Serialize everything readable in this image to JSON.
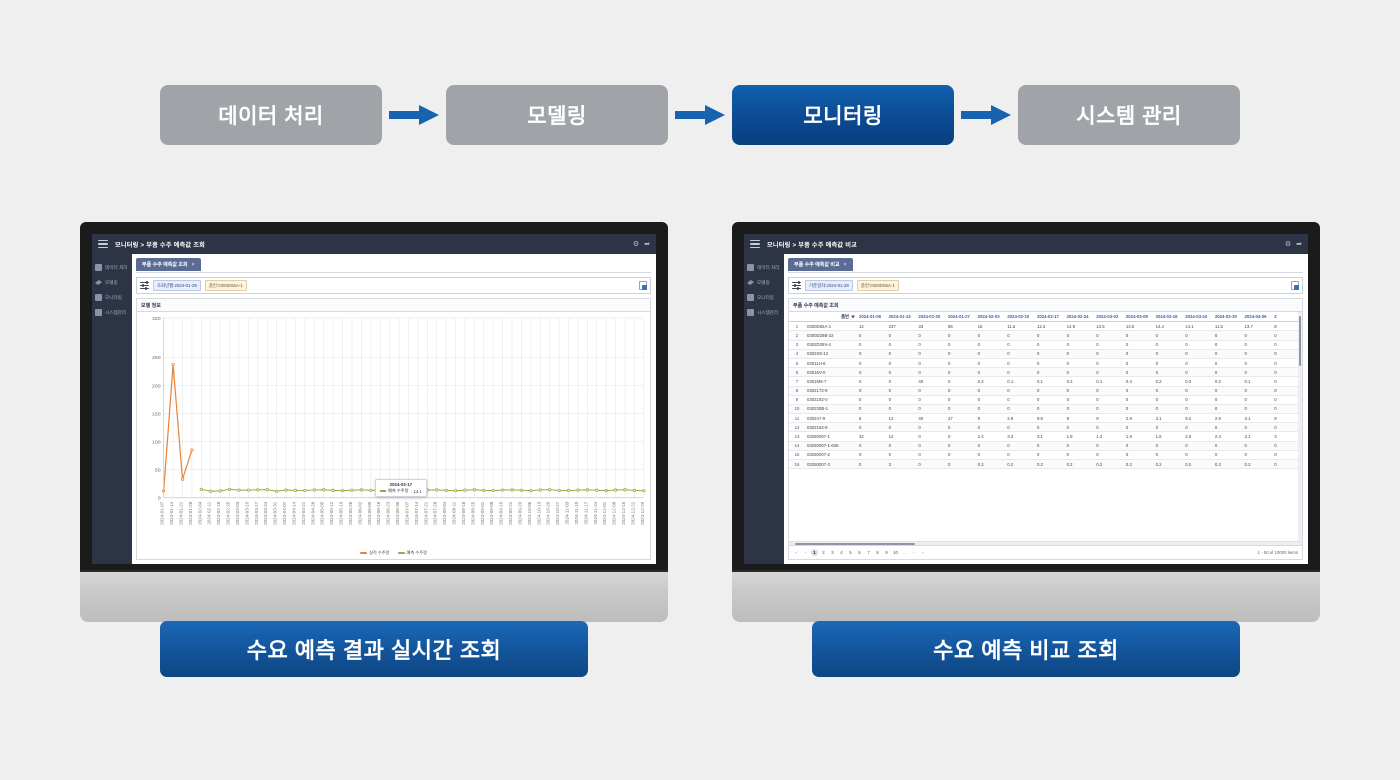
{
  "flow": {
    "steps": [
      {
        "label": "데이터 처리",
        "active": false
      },
      {
        "label": "모델링",
        "active": false
      },
      {
        "label": "모니터링",
        "active": true
      },
      {
        "label": "시스템 관리",
        "active": false
      }
    ],
    "arrow_color": "#1763b0",
    "inactive_color": "#a0a3a8",
    "active_color": "#0c4a92"
  },
  "left_screen": {
    "topbar": {
      "menu_icon": "hamburger-icon",
      "title": "모니터링 > 부품 수주 예측값 조회",
      "settings_icon": "gear-icon",
      "logout_icon": "logout-icon"
    },
    "sidebar": [
      {
        "label": "데이터 처리",
        "icon": "database-icon"
      },
      {
        "label": "모델링",
        "icon": "flask-icon"
      },
      {
        "label": "모니터링",
        "icon": "monitor-icon"
      },
      {
        "label": "시스템관리",
        "icon": "settings-icon"
      }
    ],
    "tab": {
      "label": "부품 수주 예측값 조회",
      "close": "×"
    },
    "filters": [
      {
        "label": "조회년월:2024-01-29",
        "kind": "blue"
      },
      {
        "label": "품번:0300D65A-1",
        "kind": "orange"
      }
    ],
    "export_icon": "excel-export-icon",
    "section_title": "모델 정보",
    "tooltip": {
      "date": "2024-03-17",
      "series": "예측 수주량",
      "value": "14.1"
    },
    "legend": [
      {
        "label": "실적 수주량",
        "color": "#e8833a"
      },
      {
        "label": "예측 수주량",
        "color": "#8fae3e"
      }
    ]
  },
  "right_screen": {
    "topbar": {
      "menu_icon": "hamburger-icon",
      "title": "모니터링 > 부품 수주 예측값 비교",
      "settings_icon": "gear-icon",
      "logout_icon": "logout-icon"
    },
    "sidebar": [
      {
        "label": "데이터 처리",
        "icon": "database-icon"
      },
      {
        "label": "모델링",
        "icon": "flask-icon"
      },
      {
        "label": "모니터링",
        "icon": "monitor-icon"
      },
      {
        "label": "시스템관리",
        "icon": "settings-icon"
      }
    ],
    "tab": {
      "label": "부품 수주 예측값 비교",
      "close": "×"
    },
    "filters": [
      {
        "label": "기준일자:2024-01-29",
        "kind": "blue"
      },
      {
        "label": "품번:0300D65A-1",
        "kind": "orange"
      }
    ],
    "export_icon": "excel-export-icon",
    "section_title": "부품 수주 예측값 조회",
    "table": {
      "columns": [
        "",
        "품번",
        "2024-01-06",
        "2024-01-13",
        "2024-01-20",
        "2024-01-27",
        "2024-02-03",
        "2024-02-10",
        "2024-02-17",
        "2024-02-24",
        "2024-03-02",
        "2024-03-09",
        "2024-03-16",
        "2024-03-23",
        "2024-03-30",
        "2024-04-06",
        "2"
      ],
      "rows": [
        {
          "idx": "1",
          "part": "0300D65A-1",
          "values": [
            "12",
            "237",
            "33",
            "85",
            "15",
            "11.6",
            "12.3",
            "14.9",
            "13.5",
            "13.5",
            "14.4",
            "14.1",
            "11.5",
            "13.7",
            "8"
          ]
        },
        {
          "idx": "2",
          "part": "0300D29B-22",
          "values": [
            "0",
            "0",
            "0",
            "0",
            "0",
            "0",
            "0",
            "0",
            "0",
            "0",
            "0",
            "0",
            "0",
            "0",
            "0"
          ]
        },
        {
          "idx": "3",
          "part": "0302D39V-4",
          "values": [
            "0",
            "0",
            "0",
            "0",
            "0",
            "0",
            "0",
            "0",
            "0",
            "0",
            "0",
            "0",
            "0",
            "0",
            "0"
          ]
        },
        {
          "idx": "4",
          "part": "0302X8-13",
          "values": [
            "0",
            "0",
            "0",
            "0",
            "0",
            "0",
            "0",
            "0",
            "0",
            "0",
            "0",
            "0",
            "0",
            "0",
            "0"
          ]
        },
        {
          "idx": "5",
          "part": "03011H-6",
          "values": [
            "0",
            "0",
            "0",
            "0",
            "0",
            "0",
            "0",
            "0",
            "0",
            "0",
            "0",
            "0",
            "0",
            "0",
            "0"
          ]
        },
        {
          "idx": "6",
          "part": "03016V-0",
          "values": [
            "0",
            "0",
            "0",
            "0",
            "0",
            "0",
            "0",
            "0",
            "0",
            "0",
            "0",
            "0",
            "0",
            "0",
            "0"
          ]
        },
        {
          "idx": "7",
          "part": "0301M8-7",
          "values": [
            "0",
            "0",
            "40",
            "0",
            "0.2",
            "0.1",
            "0.1",
            "0.2",
            "0.1",
            "0.4",
            "0.2",
            "0.3",
            "0.2",
            "0.1",
            "0"
          ]
        },
        {
          "idx": "8",
          "part": "0302172-9",
          "values": [
            "0",
            "0",
            "0",
            "0",
            "0",
            "0",
            "0",
            "0",
            "0",
            "0",
            "0",
            "0",
            "0",
            "0",
            "0"
          ]
        },
        {
          "idx": "9",
          "part": "0302182-0",
          "values": [
            "0",
            "0",
            "0",
            "0",
            "0",
            "0",
            "0",
            "0",
            "0",
            "0",
            "0",
            "0",
            "0",
            "0",
            "0"
          ]
        },
        {
          "idx": "10",
          "part": "030230B-1",
          "values": [
            "0",
            "0",
            "0",
            "0",
            "0",
            "0",
            "0",
            "0",
            "0",
            "0",
            "0",
            "0",
            "0",
            "0",
            "0"
          ]
        },
        {
          "idx": "11",
          "part": "030247-9",
          "values": [
            "6",
            "12",
            "40",
            "27",
            "9",
            "2.9",
            "9.8",
            "9",
            "9",
            "2.9",
            "3.1",
            "9.2",
            "2.9",
            "3.1",
            "9"
          ]
        },
        {
          "idx": "12",
          "part": "0302162-9",
          "values": [
            "0",
            "0",
            "0",
            "0",
            "0",
            "0",
            "0",
            "0",
            "0",
            "0",
            "0",
            "0",
            "0",
            "0",
            "0"
          ]
        },
        {
          "idx": "13",
          "part": "03250007-1",
          "values": [
            "32",
            "12",
            "0",
            "0",
            "2.4",
            "3.3",
            "3.1",
            "1.9",
            "1.2",
            "1.9",
            "1.6",
            "2.6",
            "2.4",
            "3.1",
            "3"
          ]
        },
        {
          "idx": "14",
          "part": "03250007-1-636",
          "values": [
            "0",
            "0",
            "0",
            "0",
            "0",
            "0",
            "0",
            "0",
            "0",
            "0",
            "0",
            "0",
            "0",
            "0",
            "0"
          ]
        },
        {
          "idx": "15",
          "part": "03250007-2",
          "values": [
            "0",
            "0",
            "0",
            "0",
            "0",
            "0",
            "0",
            "0",
            "0",
            "0",
            "0",
            "0",
            "0",
            "0",
            "0"
          ]
        },
        {
          "idx": "16",
          "part": "03250007-3",
          "values": [
            "0",
            "3",
            "0",
            "0",
            "0.2",
            "0.2",
            "0.2",
            "0.2",
            "0.2",
            "0.2",
            "0.2",
            "0.2",
            "0.2",
            "0.2",
            "0"
          ]
        }
      ]
    },
    "pager": {
      "first": "«",
      "prev": "‹",
      "pages": [
        "1",
        "2",
        "3",
        "4",
        "5",
        "6",
        "7",
        "8",
        "9",
        "10"
      ],
      "ellipsis": "…",
      "next": "›",
      "last": "»",
      "active": "1",
      "count_text": "1 - 50 of 10000 items"
    }
  },
  "chart_data": {
    "type": "line",
    "title": "",
    "xlabel": "",
    "ylabel": "",
    "ylim": [
      0,
      320
    ],
    "yticks": [
      0,
      50,
      100,
      150,
      200,
      250,
      320
    ],
    "grid": true,
    "legend_position": "bottom",
    "x": [
      "2024-01-07",
      "2024-01-14",
      "2024-01-21",
      "2024-01-28",
      "2024-02-04",
      "2024-02-11",
      "2024-02-18",
      "2024-02-25",
      "2024-03-03",
      "2024-03-10",
      "2024-03-17",
      "2024-03-24",
      "2024-03-31",
      "2024-04-07",
      "2024-04-14",
      "2024-04-21",
      "2024-04-28",
      "2024-05-05",
      "2024-05-12",
      "2024-05-19",
      "2024-05-26",
      "2024-06-02",
      "2024-06-09",
      "2024-06-16",
      "2024-06-23",
      "2024-06-30",
      "2024-07-07",
      "2024-07-14",
      "2024-07-21",
      "2024-07-28",
      "2024-08-04",
      "2024-08-11",
      "2024-08-18",
      "2024-08-25",
      "2024-09-01",
      "2024-09-08",
      "2024-09-15",
      "2024-09-22",
      "2024-09-29",
      "2024-10-06",
      "2024-10-13",
      "2024-10-20",
      "2024-10-27",
      "2024-11-03",
      "2024-11-10",
      "2024-11-17",
      "2024-11-24",
      "2024-12-01",
      "2024-12-08",
      "2024-12-15",
      "2024-12-22",
      "2024-12-29"
    ],
    "series": [
      {
        "name": "실적 수주량",
        "color": "#e8833a",
        "values": [
          12,
          237,
          33,
          85,
          null,
          null,
          null,
          null,
          null,
          null,
          null,
          null,
          null,
          null,
          null,
          null,
          null,
          null,
          null,
          null,
          null,
          null,
          null,
          null,
          null,
          null,
          null,
          null,
          null,
          null,
          null,
          null,
          null,
          null,
          null,
          null,
          null,
          null,
          null,
          null,
          null,
          null,
          null,
          null,
          null,
          null,
          null,
          null,
          null,
          null,
          null,
          null
        ]
      },
      {
        "name": "예측 수주량",
        "color": "#8fae3e",
        "values": [
          null,
          null,
          null,
          null,
          15,
          11.6,
          12.3,
          14.9,
          13.5,
          13.5,
          14.1,
          14.4,
          11.5,
          13.7,
          13.2,
          12.8,
          13.9,
          14.2,
          13.1,
          12.6,
          13.4,
          14.0,
          13.3,
          12.9,
          13.6,
          14.3,
          13.0,
          12.7,
          13.8,
          14.1,
          13.2,
          12.5,
          13.5,
          14.2,
          13.1,
          12.8,
          13.7,
          14.0,
          13.3,
          12.6,
          13.9,
          14.4,
          13.0,
          12.9,
          13.6,
          14.1,
          13.4,
          12.7,
          13.8,
          14.2,
          13.1,
          12.4
        ]
      }
    ]
  },
  "captions": {
    "left": "수요 예측 결과 실시간 조회",
    "right": "수요 예측 비교 조회"
  }
}
